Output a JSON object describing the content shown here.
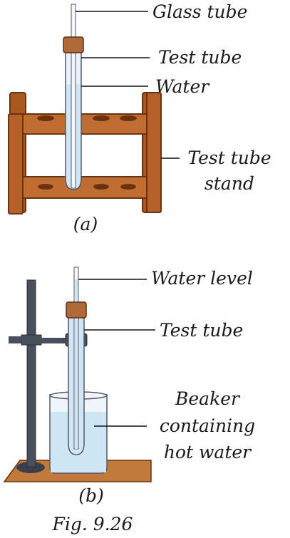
{
  "panel_a": {
    "labels": {
      "glass_tube": "Glass tube",
      "test_tube": "Test tube",
      "water": "Water",
      "stand_line1": "Test tube",
      "stand_line2": "stand"
    },
    "caption": "(a)"
  },
  "panel_b": {
    "labels": {
      "water_level": "Water level",
      "test_tube": "Test tube",
      "beaker_line1": "Beaker",
      "beaker_line2": "containing",
      "beaker_line3": "hot water"
    },
    "caption": "(b)"
  },
  "figure_caption": "Fig. 9.26",
  "colors": {
    "wood": "#b8662c",
    "wood_dark": "#7a3d14",
    "stopper": "#b06a3a",
    "water": "#cfe6f5",
    "glass": "#eaf4fb",
    "stand_metal": "#4a4f5c",
    "base_wood": "#c27a3a"
  }
}
